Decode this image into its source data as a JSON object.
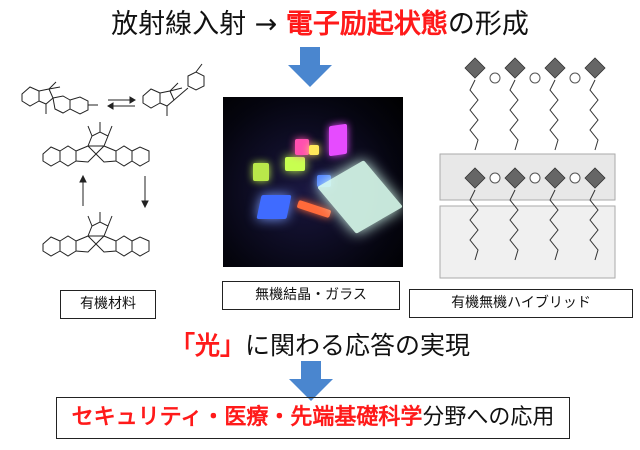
{
  "title": {
    "prefix": "放射線入射 → ",
    "highlight": "電子励起状態",
    "suffix": "の形成"
  },
  "panels": {
    "organic_label": "有機材料",
    "inorganic_label": "無機結晶・ガラス",
    "hybrid_label": "有機無機ハイブリッド"
  },
  "statement": {
    "open_bracket": "「",
    "highlight": "光",
    "close_bracket": "」",
    "rest": "に関わる応答の実現"
  },
  "applications": {
    "highlight": "セキュリティ・医療・先端基礎科学",
    "rest": "分野への応用"
  },
  "colors": {
    "highlight": "#ff1a1a",
    "arrow": "#4a86cf"
  }
}
